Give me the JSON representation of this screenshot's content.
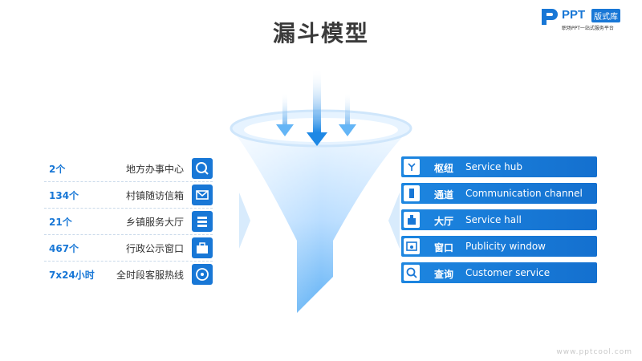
{
  "title": "漏斗模型",
  "logo": {
    "brand": "PPT",
    "badge": "版式库",
    "tagline": "职场PPT一站式服务平台"
  },
  "left_items": [
    {
      "count": "2个",
      "label": "地方办事中心",
      "icon": "magnifier-icon"
    },
    {
      "count": "134个",
      "label": "村镇随访信箱",
      "icon": "mail-icon"
    },
    {
      "count": "21个",
      "label": "乡镇服务大厅",
      "icon": "list-icon"
    },
    {
      "count": "467个",
      "label": "行政公示窗口",
      "icon": "briefcase-icon"
    },
    {
      "count": "7x24小时",
      "label": "全时段客服热线",
      "icon": "headset-icon"
    }
  ],
  "right_items": [
    {
      "zh": "枢纽",
      "en": "Service hub",
      "icon": "hub-icon"
    },
    {
      "zh": "通道",
      "en": "Communication channel",
      "icon": "door-icon"
    },
    {
      "zh": "大厅",
      "en": "Service hall",
      "icon": "building-icon"
    },
    {
      "zh": "窗口",
      "en": "Publicity window",
      "icon": "window-icon"
    },
    {
      "zh": "查询",
      "en": "Customer service",
      "icon": "search-icon"
    }
  ],
  "watermark": "www.pptcool.com",
  "colors": {
    "accent": "#1877d6",
    "funnel_light": "#dcefff",
    "funnel_dark": "#5fb1f5"
  }
}
